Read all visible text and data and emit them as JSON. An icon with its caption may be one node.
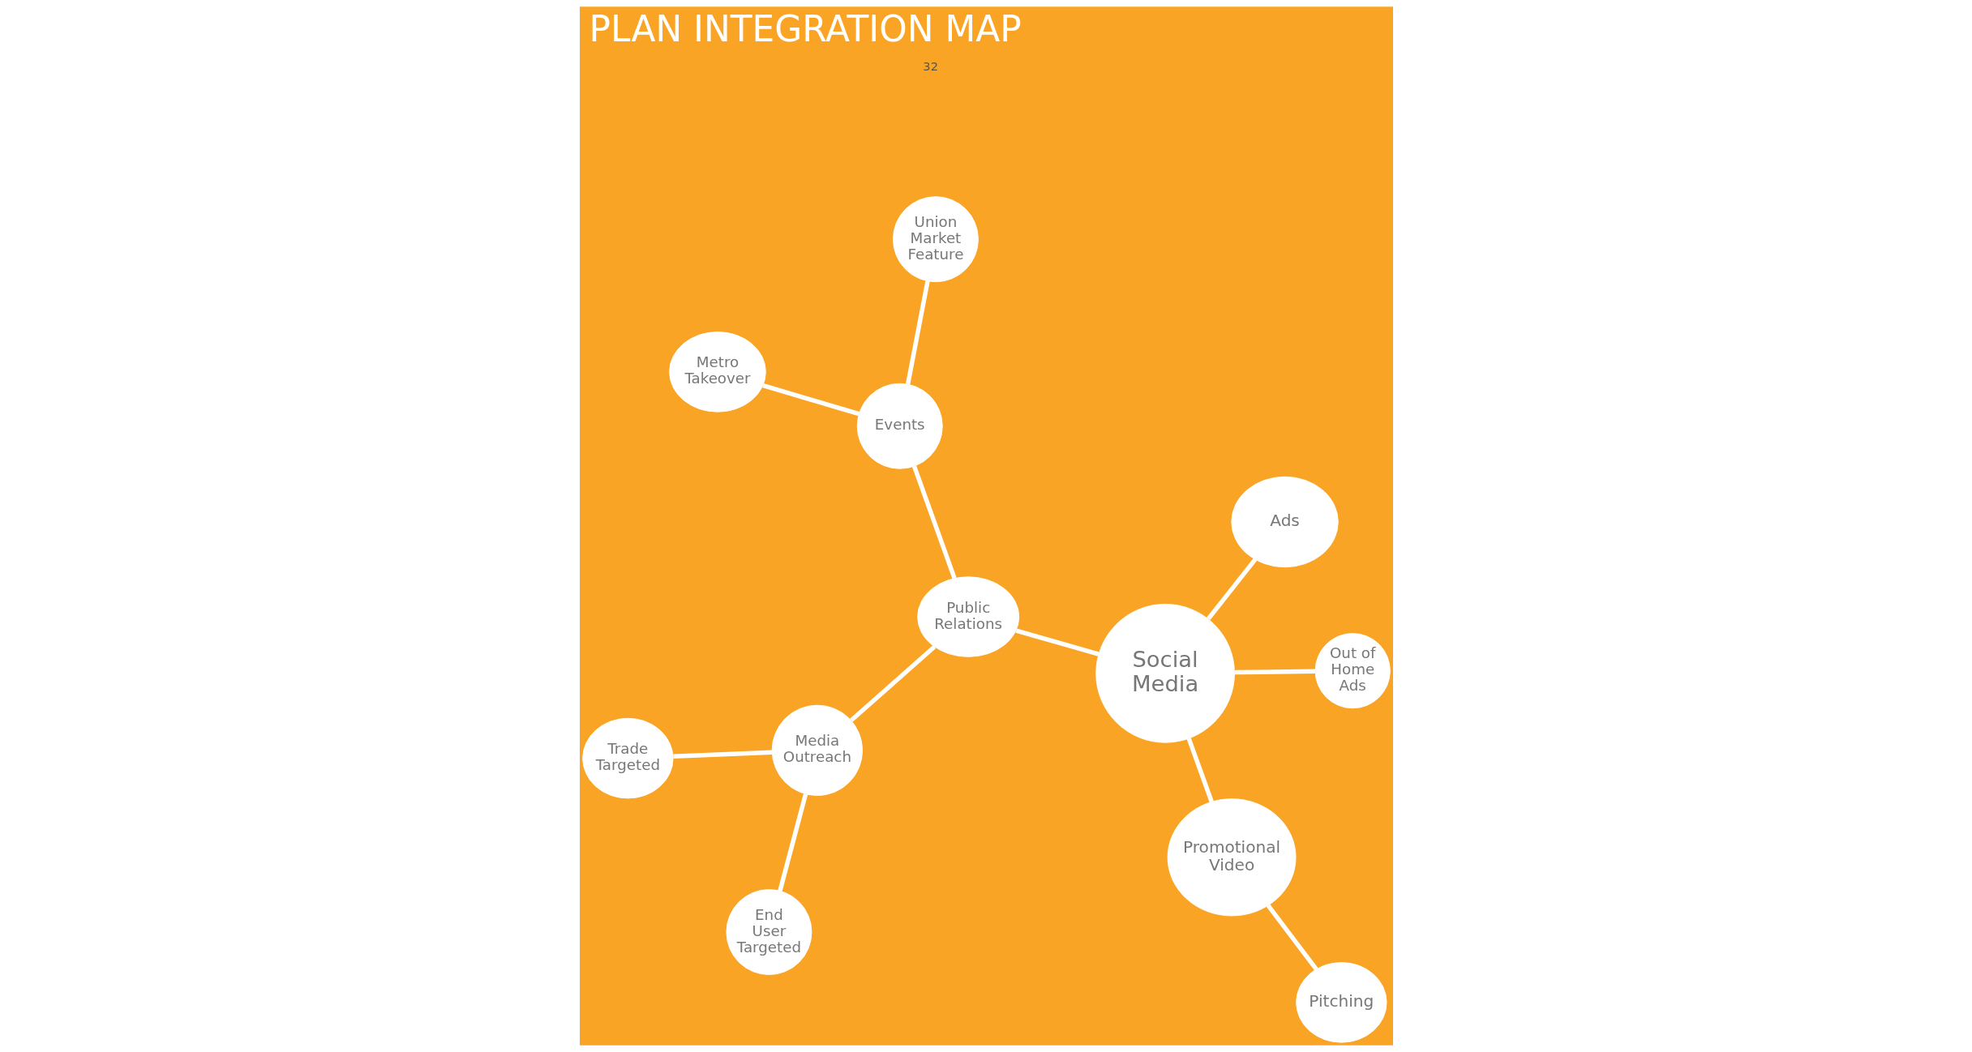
{
  "diagram": {
    "title": "PLAN INTEGRATION MAP",
    "nodes": [
      {
        "text": [
          "End User Targeted"
        ]
      },
      {
        "text": [
          "Out of Home Ads"
        ]
      },
      {
        "text": [
          "Media Outreach"
        ]
      },
      {
        "text": [
          "Ads"
        ]
      },
      {
        "text": [
          "Trade Targeted"
        ]
      },
      {
        "text": [
          "Social Media"
        ]
      },
      {
        "text": [
          "Public Relations"
        ]
      },
      {
        "text": [
          "Events"
        ]
      },
      {
        "text": [
          "Metro Takeover"
        ]
      },
      {
        "text": [
          "Promotional Video"
        ]
      },
      {
        "text": [
          "Pitching"
        ]
      },
      {
        "text": [
          "Union Market Feature"
        ]
      }
    ],
    "edges": [
      {
        "from": 1,
        "to": 5,
        "arrow": "none"
      },
      {
        "from": 3,
        "to": 5,
        "arrow": "none"
      },
      {
        "from": 5,
        "to": 6,
        "arrow": "none"
      },
      {
        "from": 6,
        "to": 2,
        "arrow": "none"
      },
      {
        "from": 2,
        "to": 0,
        "arrow": "none"
      },
      {
        "from": 2,
        "to": 4,
        "arrow": "none"
      },
      {
        "from": 6,
        "to": 7,
        "arrow": "none"
      },
      {
        "from": 7,
        "to": 8,
        "arrow": "none"
      },
      {
        "from": 7,
        "to": 11,
        "arrow": "none"
      },
      {
        "from": 5,
        "to": 9,
        "arrow": "none"
      },
      {
        "from": 9,
        "to": 10,
        "arrow": "none"
      }
    ],
    "labels": [
      "32"
    ]
  }
}
